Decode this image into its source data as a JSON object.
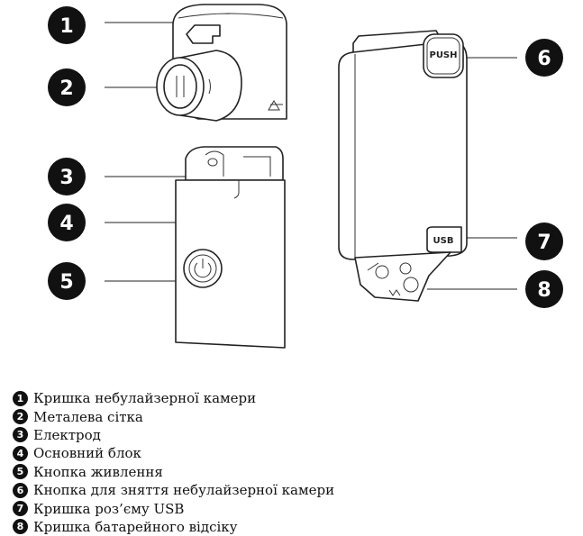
{
  "callouts": [
    {
      "num": "1"
    },
    {
      "num": "2"
    },
    {
      "num": "3"
    },
    {
      "num": "4"
    },
    {
      "num": "5"
    },
    {
      "num": "6"
    },
    {
      "num": "7"
    },
    {
      "num": "8"
    }
  ],
  "device_labels": {
    "push": "PUSH",
    "usb": "USB"
  },
  "legend": [
    {
      "num": "1",
      "text": "Кришка небулайзерної камери"
    },
    {
      "num": "2",
      "text": "Металева сітка"
    },
    {
      "num": "3",
      "text": "Електрод"
    },
    {
      "num": "4",
      "text": "Основний блок"
    },
    {
      "num": "5",
      "text": "Кнопка живлення"
    },
    {
      "num": "6",
      "text": "Кнопка для зняття небулайзерної камери"
    },
    {
      "num": "7",
      "text": "Кришка роз’єму USB"
    },
    {
      "num": "8",
      "text": "Кришка батарейного відсіку"
    }
  ]
}
